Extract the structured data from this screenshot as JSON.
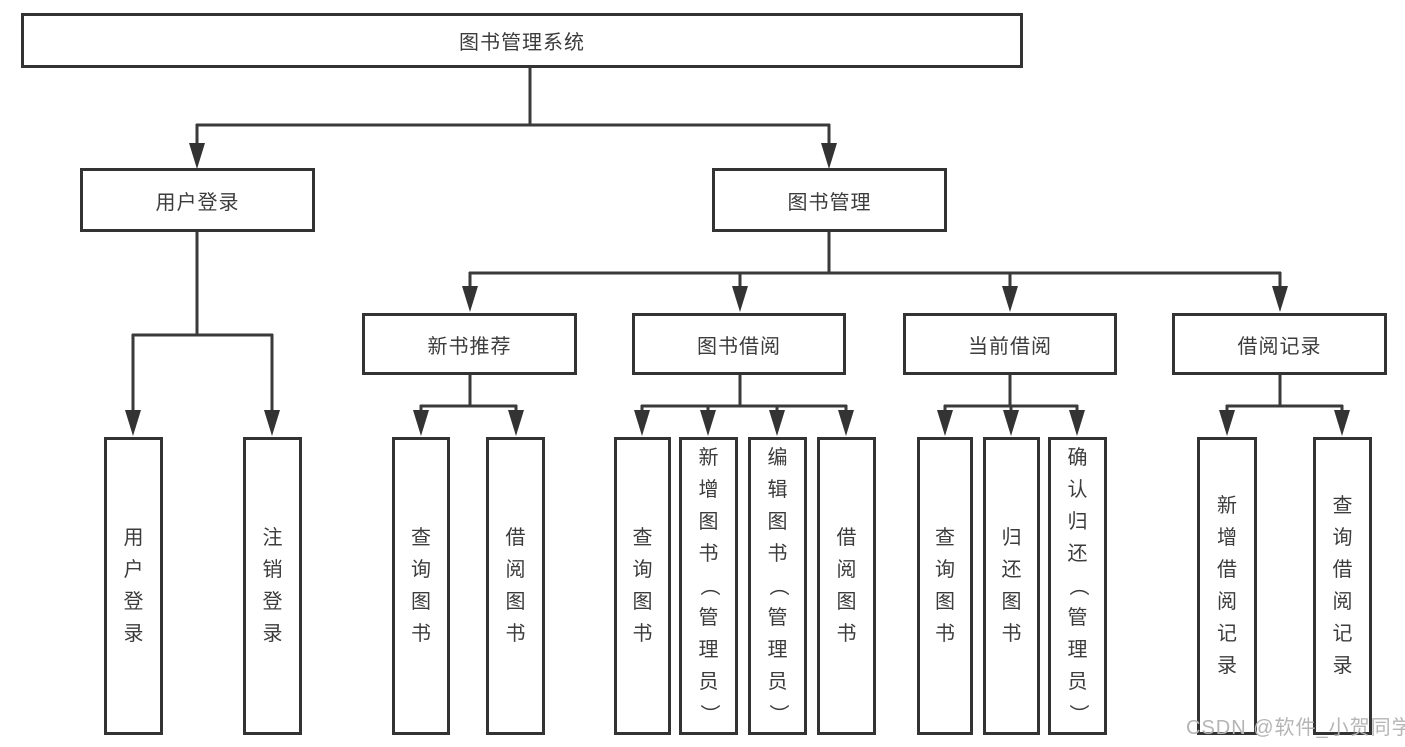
{
  "colors": {
    "line": "#3a3a3a",
    "box_border": "#333333",
    "text": "#3c3c3c",
    "watermark": "#b5b5b5",
    "background": "#ffffff"
  },
  "watermark": {
    "text": "CSDN @软件_小贺同学"
  },
  "tree": {
    "root": {
      "label": "图书管理系统"
    },
    "branches": [
      {
        "label": "用户登录",
        "children": [
          {
            "label": "用户登录"
          },
          {
            "label": "注销登录"
          }
        ]
      },
      {
        "label": "图书管理",
        "children": [
          {
            "label": "新书推荐",
            "children": [
              {
                "label": "查询图书"
              },
              {
                "label": "借阅图书"
              }
            ]
          },
          {
            "label": "图书借阅",
            "children": [
              {
                "label": "查询图书"
              },
              {
                "label": "新增图书（管理员）"
              },
              {
                "label": "编辑图书（管理员）"
              },
              {
                "label": "借阅图书"
              }
            ]
          },
          {
            "label": "当前借阅",
            "children": [
              {
                "label": "查询图书"
              },
              {
                "label": "归还图书"
              },
              {
                "label": "确认归还（管理员）"
              }
            ]
          },
          {
            "label": "借阅记录",
            "children": [
              {
                "label": "新增借阅记录"
              },
              {
                "label": "查询借阅记录"
              }
            ]
          }
        ]
      }
    ]
  }
}
